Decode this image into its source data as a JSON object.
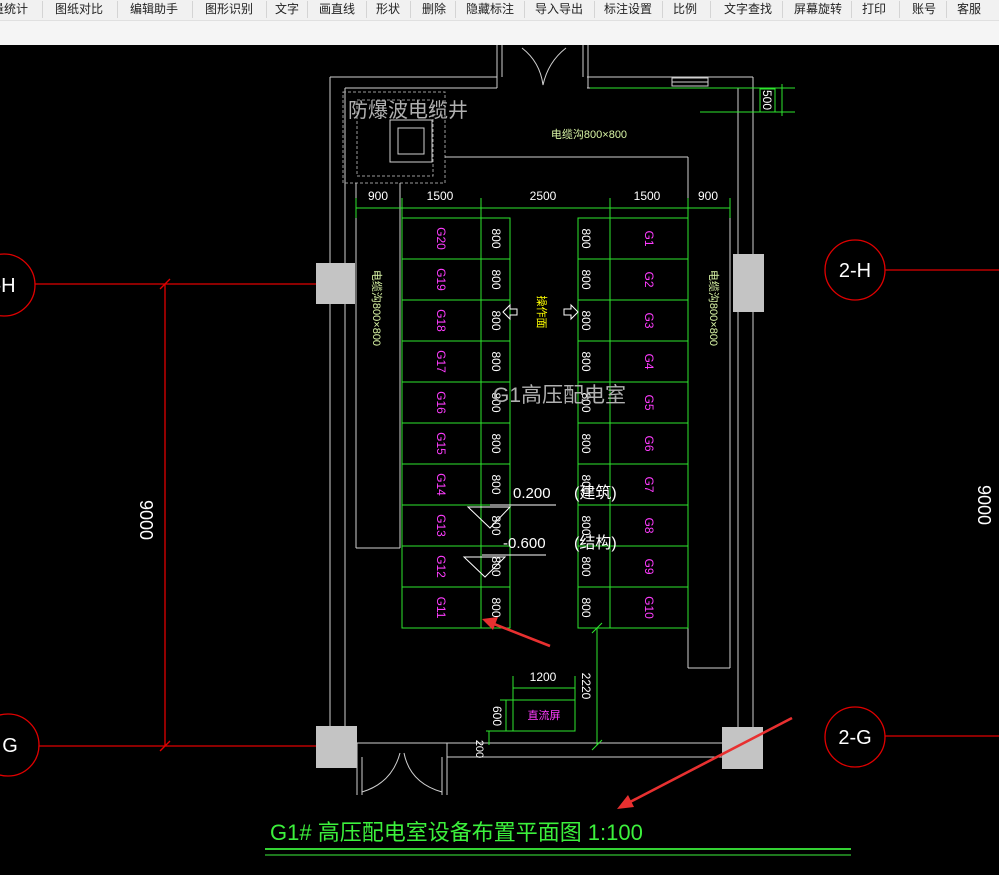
{
  "toolbar": {
    "items": [
      "量统计",
      "图纸对比",
      "编辑助手",
      "图形识别",
      "文字",
      "画直线",
      "形状",
      "删除",
      "隐藏标注",
      "导入导出",
      "标注设置",
      "比例",
      "文字查找",
      "屏幕旋转",
      "打印",
      "账号",
      "客服"
    ]
  },
  "drawing": {
    "axis_left_upper": "-H",
    "axis_left_lower": "G",
    "axis_right_upper": "2-H",
    "axis_right_lower": "2-G",
    "dim_left_span": "9000",
    "dim_right_span": "9000",
    "cable_shaft": "防爆波电缆井",
    "trench_top": "电缆沟800×800",
    "trench_left": "电缆沟800×800",
    "trench_right": "电缆沟800×800",
    "dims_top": [
      "900",
      "1500",
      "2500",
      "1500",
      "900"
    ],
    "dim_top_right": "500",
    "cabinets_left": [
      "G20",
      "G19",
      "G18",
      "G17",
      "G16",
      "G15",
      "G14",
      "G13",
      "G12",
      "G11"
    ],
    "cabinets_right": [
      "G1",
      "G2",
      "G3",
      "G4",
      "G5",
      "G6",
      "G7",
      "G8",
      "G9",
      "G10"
    ],
    "cabinet_depth": "800",
    "operation_face": "操作面",
    "room_name": "G1高压配电室",
    "elevation_arch": "0.200",
    "elevation_arch_note": "(建筑)",
    "elevation_struct": "-0.600",
    "elevation_struct_note": "(结构)",
    "dim_aisle": "2220",
    "dim_panel_width": "1200",
    "dim_panel_depth": "600",
    "dim_panel_offset": "200",
    "dc_panel": "直流屏",
    "title": "G1# 高压配电室设备布置平面图 1:100"
  },
  "colors": {
    "background": "#000000",
    "axis_red": "#e00000",
    "equipment_green": "#2ee62e",
    "cabinet_label_magenta": "#ff3cff",
    "dimension_text": "#ffffff",
    "wall": "#d0d0d0",
    "column_fill": "#c4c4c4",
    "title_green": "#3cf03c",
    "annotation_arrow": "#e83030"
  }
}
